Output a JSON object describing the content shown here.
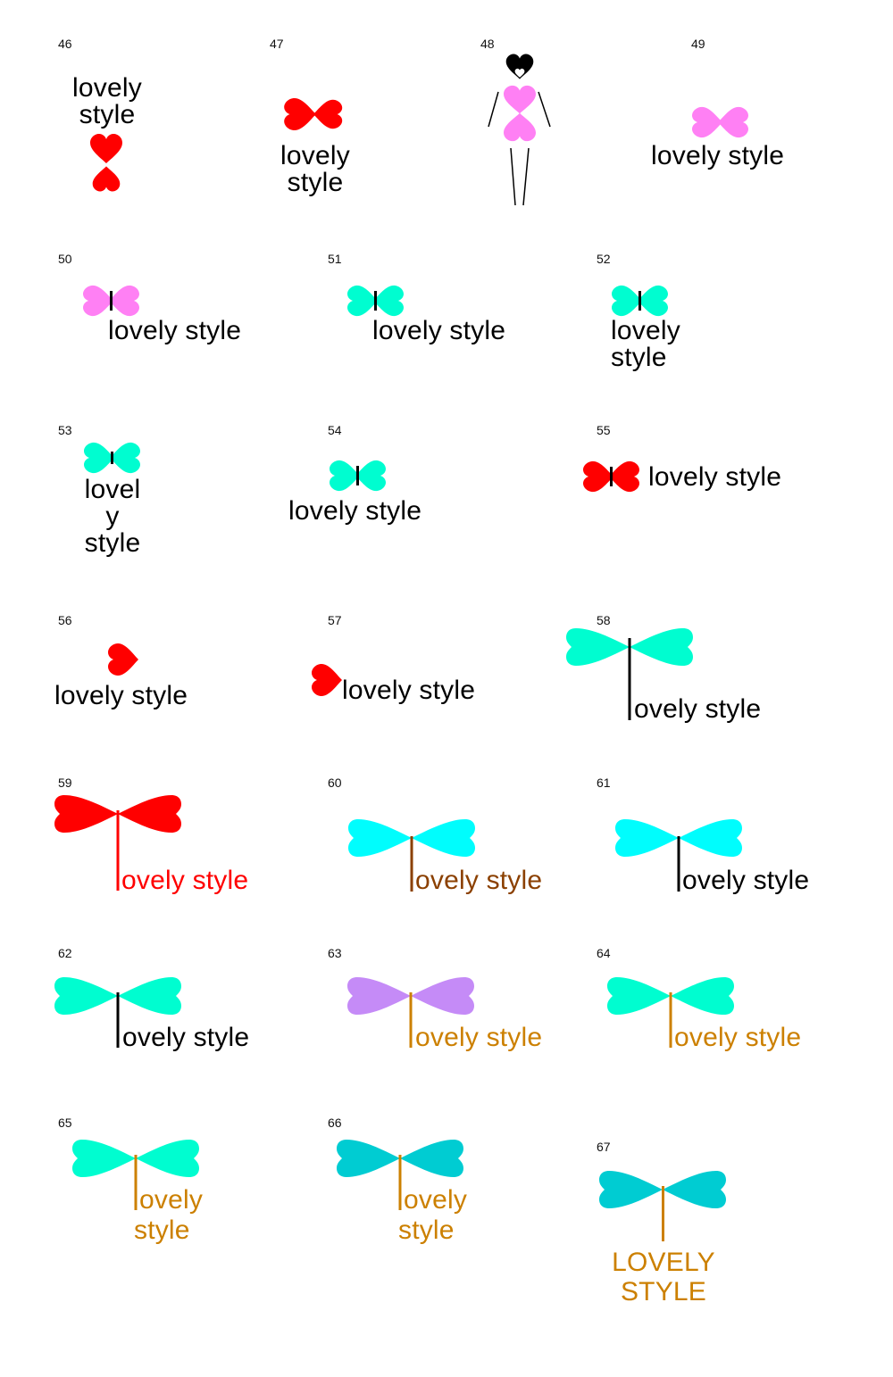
{
  "page": {
    "title": "lovely style logo variations 46-67",
    "colors": {
      "red": "#ff0000",
      "pink": "#ff80f4",
      "mint": "#00fdd0",
      "cyan": "#00fdfd",
      "teal": "#00ccd2",
      "lavender": "#c58bf7",
      "brown": "#8b4000",
      "ochre": "#cc8000",
      "black": "#000000"
    }
  },
  "variants": [
    {
      "num": "46",
      "line1": "lovely",
      "line2": "style",
      "shape": "vertical-double-heart",
      "shape_color": "#ff0000",
      "text_color": "#000000"
    },
    {
      "num": "47",
      "line1": "lovely",
      "line2": "style",
      "shape": "bow",
      "shape_color": "#ff0000",
      "text_color": "#000000"
    },
    {
      "num": "48",
      "shape": "heart-figure",
      "head_color": "#000000",
      "body_color": "#ff80f4"
    },
    {
      "num": "49",
      "text": "lovely style",
      "shape": "bow",
      "shape_color": "#ff80f4",
      "text_color": "#000000"
    },
    {
      "num": "50",
      "text": "lovely style",
      "shape": "bow-with-bar",
      "shape_color": "#ff80f4",
      "text_color": "#000000"
    },
    {
      "num": "51",
      "text": "lovely style",
      "shape": "bow-with-bar",
      "shape_color": "#00fdd0",
      "text_color": "#000000"
    },
    {
      "num": "52",
      "line1": "lovely",
      "line2": "style",
      "shape": "bow-with-bar",
      "shape_color": "#00fdd0",
      "text_color": "#000000"
    },
    {
      "num": "53",
      "line1": "lovel",
      "line2": "y",
      "line3": "style",
      "shape": "bow-with-bar",
      "shape_color": "#00fdd0",
      "text_color": "#000000"
    },
    {
      "num": "54",
      "text": "lovely style",
      "shape": "bow-with-bar",
      "shape_color": "#00fdd0",
      "text_color": "#000000"
    },
    {
      "num": "55",
      "text": "lovely style",
      "shape": "bow-with-bar",
      "shape_color": "#ff0000",
      "text_color": "#000000"
    },
    {
      "num": "56",
      "text": "lovely style",
      "shape": "single-heart",
      "shape_color": "#ff0000",
      "text_color": "#000000"
    },
    {
      "num": "57",
      "text": "lovely style",
      "shape": "single-heart",
      "shape_color": "#ff0000",
      "text_color": "#000000"
    },
    {
      "num": "58",
      "text": "ovely style",
      "shape": "dragonfly",
      "shape_color": "#00fdd0",
      "text_color": "#000000"
    },
    {
      "num": "59",
      "text": "ovely style",
      "shape": "dragonfly",
      "shape_color": "#ff0000",
      "text_color": "#ff0000"
    },
    {
      "num": "60",
      "text": "ovely style",
      "shape": "dragonfly",
      "shape_color": "#00fdfd",
      "text_color": "#8b4000"
    },
    {
      "num": "61",
      "text": "ovely style",
      "shape": "dragonfly",
      "shape_color": "#00fdfd",
      "text_color": "#000000"
    },
    {
      "num": "62",
      "text": "ovely style",
      "shape": "dragonfly",
      "shape_color": "#00fdd0",
      "text_color": "#000000"
    },
    {
      "num": "63",
      "text": "ovely style",
      "shape": "dragonfly",
      "shape_color": "#c58bf7",
      "text_color": "#cc8000"
    },
    {
      "num": "64",
      "text": "ovely style",
      "shape": "dragonfly",
      "shape_color": "#00fdd0",
      "text_color": "#cc8000"
    },
    {
      "num": "65",
      "line1": "ovely",
      "line2": "style",
      "shape": "dragonfly",
      "shape_color": "#00fdd0",
      "text_color": "#cc8000"
    },
    {
      "num": "66",
      "line1": "ovely",
      "line2": "style",
      "shape": "dragonfly",
      "shape_color": "#00ccd2",
      "text_color": "#cc8000"
    },
    {
      "num": "67",
      "line1": "LOVELY",
      "line2": "STYLE",
      "shape": "dragonfly",
      "shape_color": "#00ccd2",
      "text_color": "#cc8000"
    }
  ]
}
